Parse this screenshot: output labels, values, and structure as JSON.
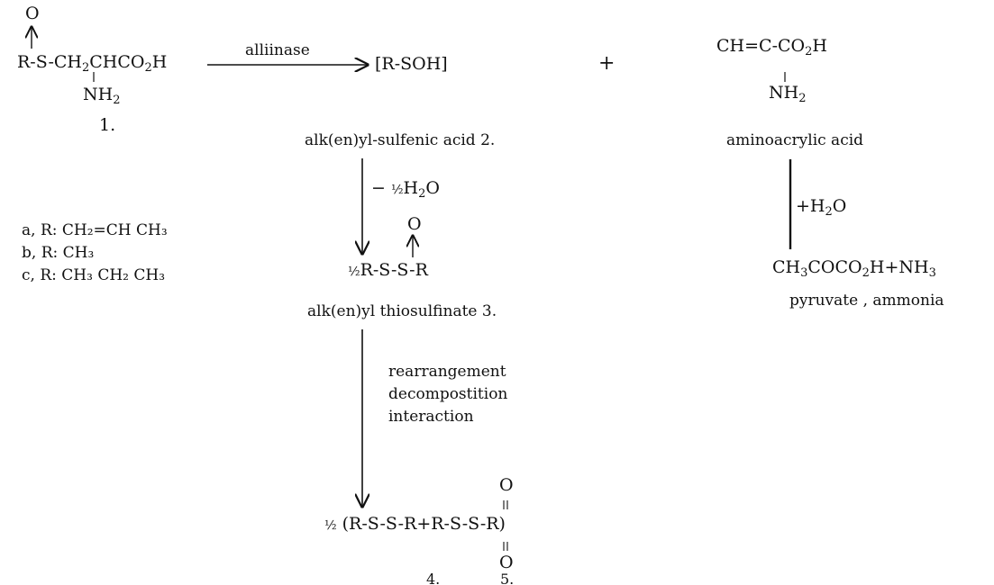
{
  "compound1": {
    "o_top": "O",
    "r_s": "R-S-",
    "ch": "CH",
    "chco": "CHCO",
    "h": "H",
    "nh": "NH",
    "label": "1."
  },
  "subs": {
    "two": "2"
  },
  "enzyme": "alliinase",
  "sulfenic": {
    "formula": "[R-SOH]",
    "label": "alk(en)yl-sulfenic acid 2."
  },
  "plus": "+",
  "aminoacrylic": {
    "formula_a": "CH=C-CO",
    "formula_b": "H",
    "nh": "NH",
    "label": "aminoacrylic acid"
  },
  "water_loss": {
    "minus": "−",
    "half": "½",
    "h": "H",
    "o": "O"
  },
  "water_gain": {
    "plus": "+H",
    "o": "O"
  },
  "r_groups": [
    {
      "key": "a, R:",
      "value": "CH₂=CH CH₃"
    },
    {
      "key": "b, R:",
      "value": "CH₃"
    },
    {
      "key": "c, R:",
      "value": "CH₃ CH₂ CH₃"
    }
  ],
  "thiosulfinate": {
    "half": "½",
    "formula": "R-S-S-R",
    "o_top": "O",
    "label": "alk(en)yl thiosulfinate 3."
  },
  "pyruvate": {
    "f1": "CH",
    "f2": "COCO",
    "f3": "H+NH",
    "labels": "pyruvate , ammonia"
  },
  "process": [
    "rearrangement",
    "decompostition",
    "interaction"
  ],
  "final": {
    "half": "½",
    "formula": "(R-S-S-R+R-S-S-R)",
    "o_top": "O",
    "o_bottom": "O",
    "label4": "4.",
    "label5": "5."
  },
  "subs3": {
    "three": "3"
  }
}
